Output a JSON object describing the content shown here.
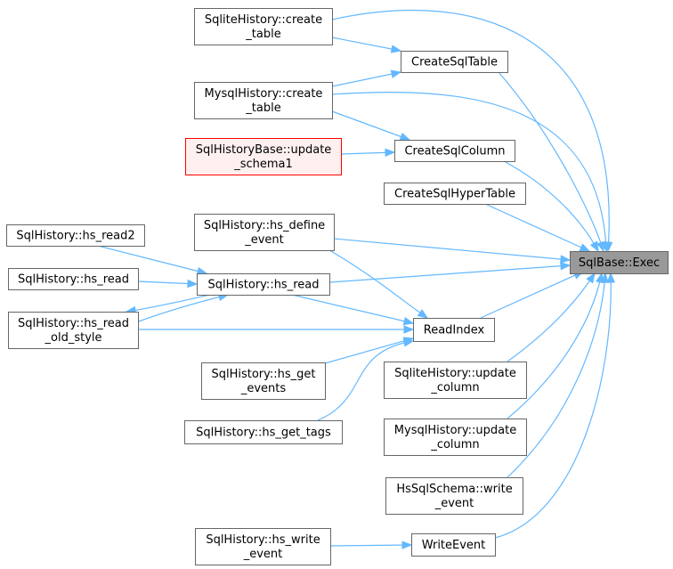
{
  "style": {
    "edge_color": "#63b8ff",
    "node_fill": "#ffffff",
    "node_border": "#666666",
    "highlight_fill": "#999999",
    "highlight_border": "#666666",
    "warn_fill": "#fff0f0",
    "warn_border": "#ff0000"
  },
  "nodes": [
    {
      "id": "sqlite_create_table",
      "lines": [
        "SqliteHistory::create",
        "_table"
      ]
    },
    {
      "id": "create_sql_table",
      "lines": [
        "CreateSqlTable"
      ]
    },
    {
      "id": "mysql_create_table",
      "lines": [
        "MysqlHistory::create",
        "_table"
      ]
    },
    {
      "id": "update_schema1",
      "lines": [
        "SqlHistoryBase::update",
        "_schema1"
      ],
      "variant": "warn"
    },
    {
      "id": "create_sql_column",
      "lines": [
        "CreateSqlColumn"
      ]
    },
    {
      "id": "create_sql_hypertable",
      "lines": [
        "CreateSqlHyperTable"
      ]
    },
    {
      "id": "hs_define_event",
      "lines": [
        "SqlHistory::hs_define",
        "_event"
      ]
    },
    {
      "id": "hs_read2",
      "lines": [
        "SqlHistory::hs_read2"
      ]
    },
    {
      "id": "sqlbase_exec",
      "lines": [
        "SqlBase::Exec"
      ],
      "variant": "highlight"
    },
    {
      "id": "hs_read_left",
      "lines": [
        "SqlHistory::hs_read"
      ]
    },
    {
      "id": "hs_read_mid",
      "lines": [
        "SqlHistory::hs_read"
      ]
    },
    {
      "id": "hs_read_old_style",
      "lines": [
        "SqlHistory::hs_read",
        "_old_style"
      ]
    },
    {
      "id": "read_index",
      "lines": [
        "ReadIndex"
      ]
    },
    {
      "id": "hs_get_events",
      "lines": [
        "SqlHistory::hs_get",
        "_events"
      ]
    },
    {
      "id": "sqlite_update_column",
      "lines": [
        "SqliteHistory::update",
        "_column"
      ]
    },
    {
      "id": "hs_get_tags",
      "lines": [
        "SqlHistory::hs_get_tags"
      ]
    },
    {
      "id": "mysql_update_column",
      "lines": [
        "MysqlHistory::update",
        "_column"
      ]
    },
    {
      "id": "hsschema_write_event",
      "lines": [
        "HsSqlSchema::write",
        "_event"
      ]
    },
    {
      "id": "hs_write_event",
      "lines": [
        "SqlHistory::hs_write",
        "_event"
      ]
    },
    {
      "id": "write_event",
      "lines": [
        "WriteEvent"
      ]
    }
  ],
  "edges": [
    {
      "from": "sqlite_create_table",
      "to": "create_sql_table"
    },
    {
      "from": "sqlite_create_table",
      "to": "sqlbase_exec"
    },
    {
      "from": "mysql_create_table",
      "to": "create_sql_table"
    },
    {
      "from": "mysql_create_table",
      "to": "create_sql_column"
    },
    {
      "from": "mysql_create_table",
      "to": "sqlbase_exec"
    },
    {
      "from": "update_schema1",
      "to": "create_sql_column"
    },
    {
      "from": "create_sql_table",
      "to": "sqlbase_exec"
    },
    {
      "from": "create_sql_column",
      "to": "sqlbase_exec"
    },
    {
      "from": "create_sql_hypertable",
      "to": "sqlbase_exec"
    },
    {
      "from": "hs_define_event",
      "to": "sqlbase_exec"
    },
    {
      "from": "hs_define_event",
      "to": "read_index"
    },
    {
      "from": "hs_read2",
      "to": "hs_read_mid"
    },
    {
      "from": "hs_read_left",
      "to": "hs_read_mid"
    },
    {
      "from": "hs_read_old_style",
      "to": "hs_read_mid"
    },
    {
      "from": "hs_read_mid",
      "to": "hs_read_old_style"
    },
    {
      "from": "hs_read_mid",
      "to": "sqlbase_exec"
    },
    {
      "from": "hs_read_mid",
      "to": "read_index"
    },
    {
      "from": "hs_read_old_style",
      "to": "read_index"
    },
    {
      "from": "hs_get_events",
      "to": "read_index"
    },
    {
      "from": "hs_get_tags",
      "to": "read_index"
    },
    {
      "from": "read_index",
      "to": "sqlbase_exec"
    },
    {
      "from": "sqlite_update_column",
      "to": "sqlbase_exec"
    },
    {
      "from": "mysql_update_column",
      "to": "sqlbase_exec"
    },
    {
      "from": "hsschema_write_event",
      "to": "sqlbase_exec"
    },
    {
      "from": "write_event",
      "to": "sqlbase_exec"
    },
    {
      "from": "hs_write_event",
      "to": "write_event"
    }
  ]
}
